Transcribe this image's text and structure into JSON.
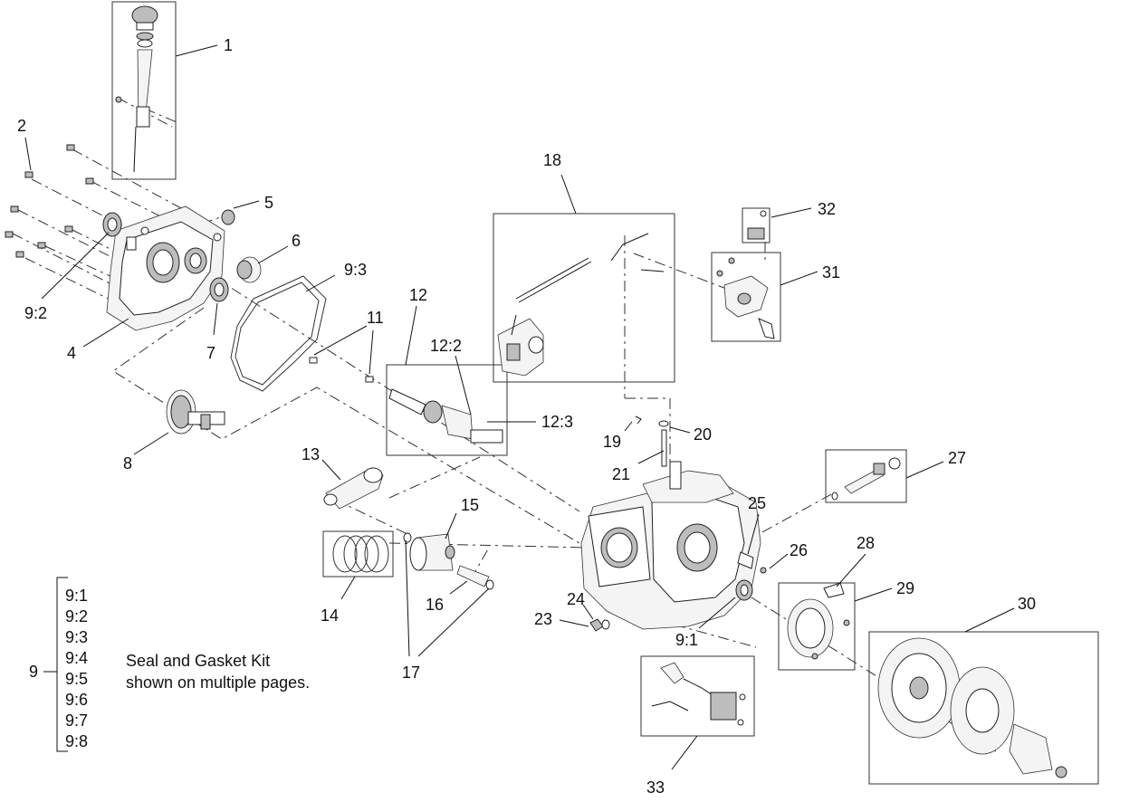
{
  "callouts": {
    "c1": "1",
    "c2": "2",
    "c4": "4",
    "c5": "5",
    "c6": "6",
    "c7": "7",
    "c8": "8",
    "c9_2": "9:2",
    "c9_3": "9:3",
    "c11": "11",
    "c12": "12",
    "c12_2": "12:2",
    "c12_3": "12:3",
    "c13": "13",
    "c14": "14",
    "c15": "15",
    "c16": "16",
    "c17": "17",
    "c18": "18",
    "c19": "19",
    "c20": "20",
    "c21": "21",
    "c23": "23",
    "c24": "24",
    "c25": "25",
    "c26": "26",
    "c27": "27",
    "c28": "28",
    "c29": "29",
    "c30": "30",
    "c31": "31",
    "c32": "32",
    "c33": "33",
    "c9_1": "9:1"
  },
  "kit": {
    "number": "9",
    "items": [
      "9:1",
      "9:2",
      "9:3",
      "9:4",
      "9:5",
      "9:6",
      "9:7",
      "9:8"
    ],
    "note_line1": "Seal and Gasket Kit",
    "note_line2": "shown on multiple pages."
  }
}
